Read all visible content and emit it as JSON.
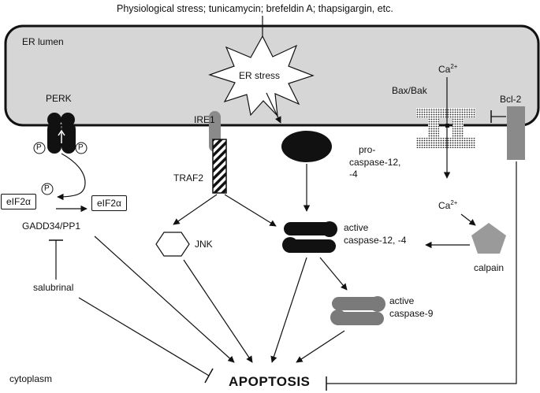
{
  "top_caption": "Physiological stress; tunicamycin; brefeldin A; thapsigargin, etc.",
  "labels": {
    "er_lumen": "ER lumen",
    "er_stress": "ER stress",
    "perk": "PERK",
    "ire1": "IRE1",
    "traf2": "TRAF2",
    "pro_caspase_1": "pro-",
    "pro_caspase_2": "caspase-12,",
    "pro_caspase_3": "-4",
    "bax_bak": "Bax/Bak",
    "bcl2": "Bcl-2",
    "ca_er": "Ca",
    "ca_cyto": "Ca",
    "ca_sup": "2+",
    "p": "P",
    "eif2a_left": "eIF2α",
    "eif2a_right": "eIF2α",
    "gadd34": "GADD34/PP1",
    "jnk": "JNK",
    "active_c12_1": "active",
    "active_c12_2": "caspase-12, -4",
    "active_c9_1": "active",
    "active_c9_2": "caspase-9",
    "calpain": "calpain",
    "salubrinal": "salubrinal",
    "cytoplasm": "cytoplasm",
    "apoptosis": "APOPTOSIS"
  },
  "colors": {
    "er_fill": "#d6d6d6",
    "dark": "#111111",
    "mid_gray": "#8a8a8a",
    "calpain_gray": "#9a9a9a"
  }
}
